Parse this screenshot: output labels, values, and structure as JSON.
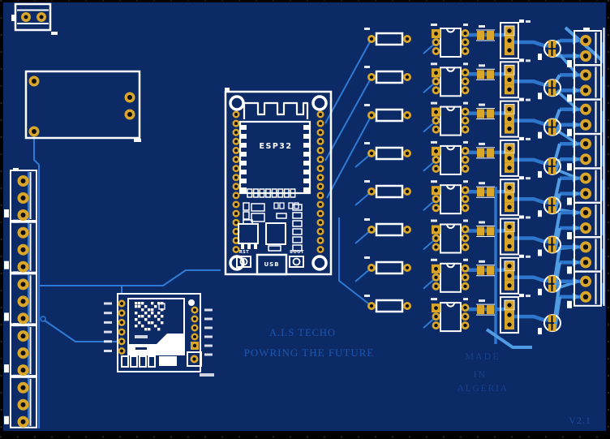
{
  "board": {
    "left_terminal_count": 5,
    "output_terminal_count": 8,
    "channel_count": 8,
    "resistor_count": 8,
    "esp32_side_pad_count": 16,
    "module_side_pad_count": 6
  },
  "silkscreen": {
    "mcu_label": "ESP32",
    "rst_label": "RST",
    "boot_label": "BOOT",
    "usb_label": "USB"
  },
  "branding": {
    "company": "A.I.S TECHO",
    "slogan": "POWRING THE FUTURE"
  },
  "origin": {
    "line1": "MADE",
    "line2": "IN",
    "line3": "ALGERIA"
  },
  "version_label": "V2.1",
  "colors": {
    "board": "#0c2a66",
    "silkscreen": "#ffffff",
    "pad": "#d9a62a",
    "hole": "#0d0d0d",
    "trace": "#2e76cb",
    "trace_light": "#4f9ce4",
    "trace_thin": "#2f7ad4",
    "brand_text": "#1e56ad",
    "origin_text": "#16418c",
    "version_text": "#1d4da1"
  }
}
